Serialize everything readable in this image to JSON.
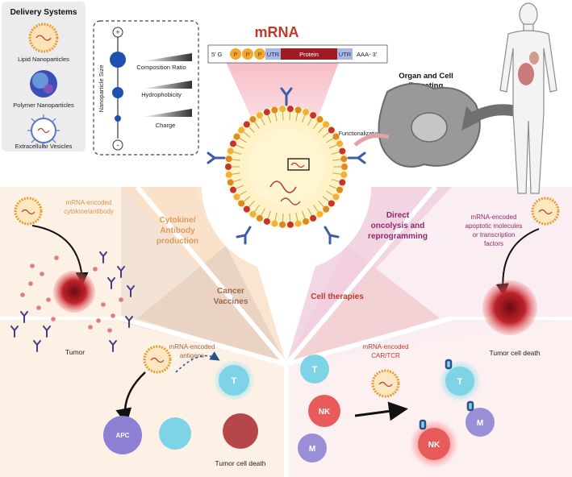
{
  "delivery": {
    "title": "Delivery Systems",
    "items": [
      "Lipid Nanoparticles",
      "Polymer Nanoparticles",
      "Extracellular Vesicles"
    ]
  },
  "size_panel": {
    "axis_label": "Nanoparticle Size",
    "plus": "+",
    "minus": "-",
    "factors": [
      "Composition Ratio",
      "Hydrophobicity",
      "Charge"
    ]
  },
  "mrna": {
    "title": "mRNA",
    "five_prime": "5' G",
    "caps": [
      "P",
      "P",
      "P"
    ],
    "utr5": "UTR",
    "protein": "Protein",
    "utr3": "UTR",
    "tail": "AAA- 3'"
  },
  "targeting": {
    "title_line1": "Organ and Cell",
    "title_line2": "Targeting",
    "functionalization": "Functionalization"
  },
  "sectors": {
    "cytokine_line1": "Cytokine/",
    "cytokine_line2": "Antibody",
    "cytokine_line3": "production",
    "vaccines_line1": "Cancer",
    "vaccines_line2": "Vaccines",
    "cell_therapies": "Cell therapies",
    "direct_line1": "Direct",
    "direct_line2": "oncolysis and",
    "direct_line3": "reprogramming"
  },
  "left_panel": {
    "caption_line1": "mRNA-encoded",
    "caption_line2": "cytokine/antibody",
    "tumor": "Tumor"
  },
  "right_panel": {
    "caption_line1": "mRNA-encoded",
    "caption_line2": "apoptotic molecules",
    "caption_line3": "or transcription",
    "caption_line4": "factors",
    "death": "Tumor cell death"
  },
  "vaccine_panel": {
    "caption_line1": "mRNA-encoded",
    "caption_line2": "antigens",
    "apc": "APC",
    "t": "T",
    "death": "Tumor cell death"
  },
  "cell_panel": {
    "caption_line1": "mRNA-encoded",
    "caption_line2": "CAR/TCR",
    "t": "T",
    "nk": "NK",
    "m": "M"
  },
  "colors": {
    "cytokine": "#f2b27a",
    "vaccine": "#d9b8a0",
    "cell": "#d88c8c",
    "direct": "#e9a3c4",
    "mrna_title": "#c0392b",
    "protein": "#9e1b23",
    "utr": "#a9b8e3",
    "cap": "#f0a830",
    "t_cell": "#7fd3e6",
    "nk_cell": "#e85b5b",
    "macrophage": "#9a8fd6",
    "apc": "#8d7fd4"
  }
}
